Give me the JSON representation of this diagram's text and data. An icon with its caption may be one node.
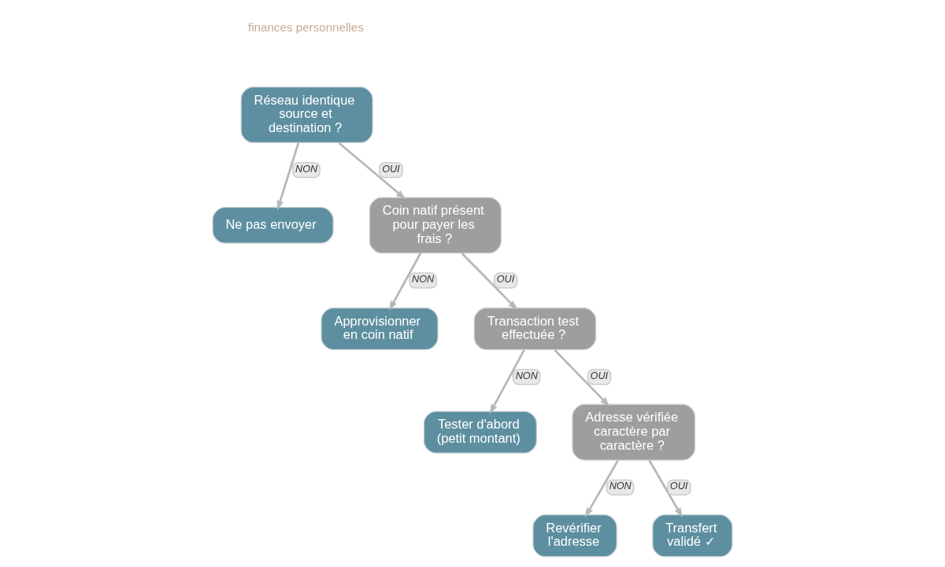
{
  "diagram": {
    "nodes": [
      {
        "text": [
          "Réseau identique source et destination ?"
        ]
      },
      {
        "text": [
          "Ne pas envoyer"
        ]
      },
      {
        "text": [
          "Coin natif présent pour payer les frais ?"
        ]
      },
      {
        "text": [
          "Approvisionner en coin natif"
        ]
      },
      {
        "text": [
          "Transaction test effectuée ?"
        ]
      },
      {
        "text": [
          "Tester d'abord (petit montant)"
        ]
      },
      {
        "text": [
          "Adresse vérifiée caractère par caractère ?"
        ]
      },
      {
        "text": [
          "Revérifier l'adresse"
        ]
      },
      {
        "text": [
          "Transfert validé ✓"
        ]
      }
    ],
    "edges": [
      {
        "from": 0,
        "to": 1,
        "arrow": "to",
        "label": "NON"
      },
      {
        "from": 0,
        "to": 2,
        "arrow": "to",
        "label": "OUI"
      },
      {
        "from": 2,
        "to": 3,
        "arrow": "to",
        "label": "NON"
      },
      {
        "from": 2,
        "to": 4,
        "arrow": "to",
        "label": "OUI"
      },
      {
        "from": 4,
        "to": 5,
        "arrow": "to",
        "label": "NON"
      },
      {
        "from": 4,
        "to": 6,
        "arrow": "to",
        "label": "OUI"
      },
      {
        "from": 6,
        "to": 7,
        "arrow": "to",
        "label": "NON"
      },
      {
        "from": 6,
        "to": 8,
        "arrow": "to",
        "label": "OUI"
      }
    ],
    "labels": [
      "finances personnelles"
    ]
  }
}
